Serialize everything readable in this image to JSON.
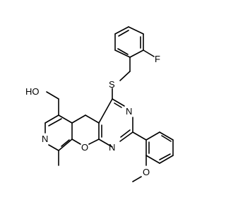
{
  "structure": {
    "atom_labels": {
      "fluorine": "F",
      "sulfur": "S",
      "hydroxyl": "HO",
      "pyridine_nitrogen": "N",
      "pyrimidine_n3": "N",
      "pyrimidine_n1": "N",
      "ring_oxygen": "O",
      "methoxy_oxygen": "O"
    },
    "substituents": {
      "methyl_label": "",
      "methoxy_methyl_label": ""
    }
  }
}
